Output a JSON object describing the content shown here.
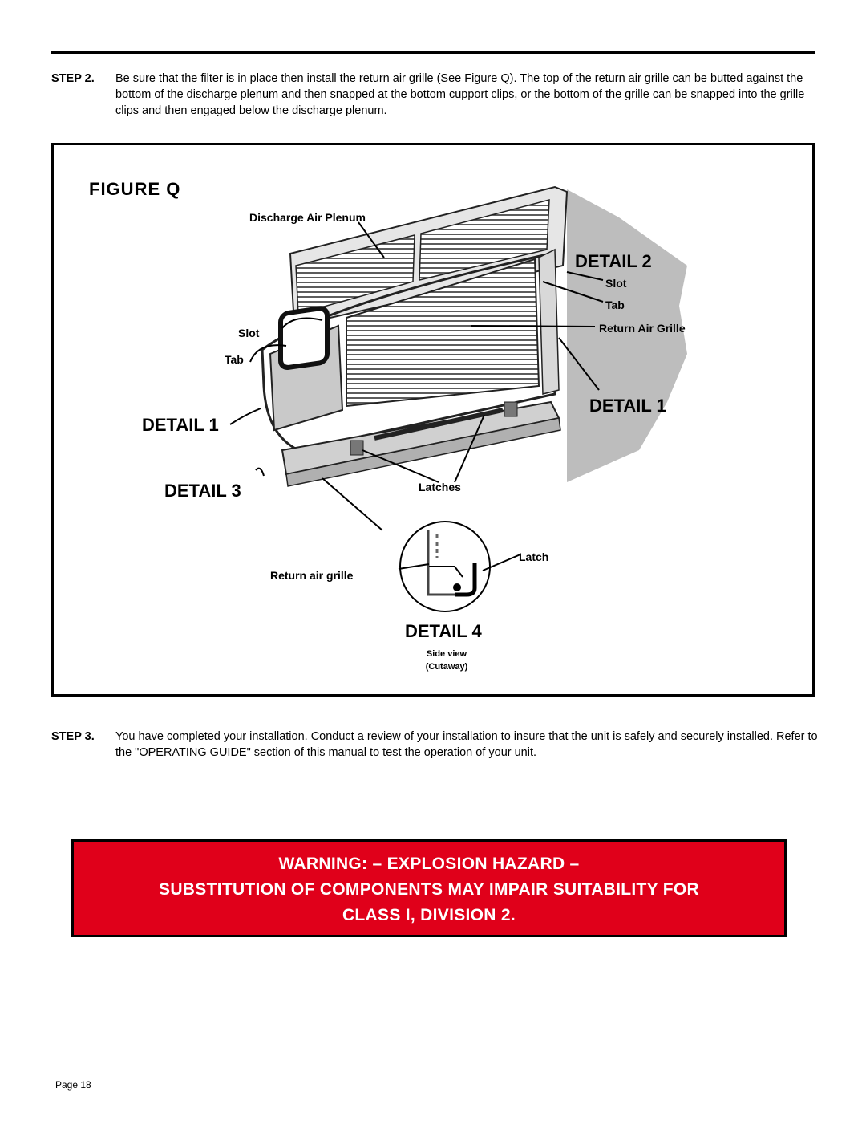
{
  "step2": {
    "label": "STEP 2.",
    "text": "Be sure that the filter is in place then install the return air grille (See Figure Q).  The top of the return air grille can be butted against the bottom of the discharge plenum and then snapped at the bottom cupport clips, or the bottom of the grille can be snapped into the grille clips and then engaged below the discharge plenum."
  },
  "figure": {
    "title": "FIGURE  Q",
    "discharge_air_plenum": "Discharge Air Plenum",
    "detail2": "DETAIL 2",
    "slot_right": "Slot",
    "tab_right": "Tab",
    "return_air_grille": "Return Air Grille",
    "slot_left": "Slot",
    "tab_left": "Tab",
    "detail1_left": "DETAIL 1",
    "detail1_right": "DETAIL 1",
    "detail3": "DETAIL 3",
    "latches": "Latches",
    "latch": "Latch",
    "return_air_grille_lower": "Return air grille",
    "detail4": "DETAIL 4",
    "side_view": "Side view",
    "cutaway": "(Cutaway)"
  },
  "step3": {
    "label": "STEP 3.",
    "text": "You have completed your installation.  Conduct a review of your installation to insure that the unit is safely and securely installed.  Refer to the \"OPERATING GUIDE\" section of this manual to test the operation of your unit."
  },
  "warning": {
    "line1": "WARNING:  – EXPLOSION HAZARD –",
    "line2": "SUBSTITUTION OF COMPONENTS MAY IMPAIR SUITABILITY FOR",
    "line3": "CLASS I, DIVISION 2.",
    "color": "#e0001a"
  },
  "page": {
    "label": "Page 18"
  }
}
